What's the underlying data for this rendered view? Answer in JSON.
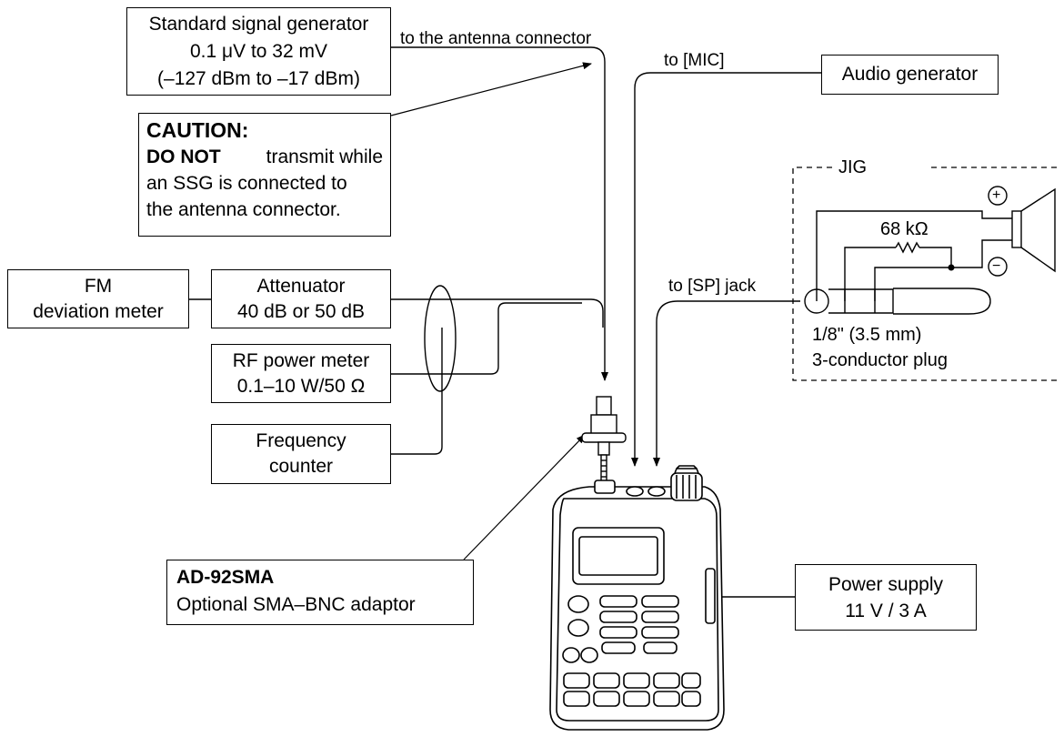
{
  "ssg": {
    "line1": "Standard signal generator",
    "line2": "0.1 μV to 32 mV",
    "line3": "(–127 dBm to –17 dBm)"
  },
  "caution": {
    "title": "CAUTION:",
    "bold": "DO NOT",
    "line1_rest": "transmit while",
    "line2": "an SSG is connected to",
    "line3": "the antenna connector."
  },
  "fm_meter": {
    "line1": "FM",
    "line2": "deviation meter"
  },
  "attenuator": {
    "line1": "Attenuator",
    "line2": "40 dB or 50 dB"
  },
  "rf_meter": {
    "line1": "RF power meter",
    "line2": "0.1–10 W/50 Ω"
  },
  "freq_counter": {
    "line1": "Frequency",
    "line2": "counter"
  },
  "audio_gen": {
    "label": "Audio generator"
  },
  "power_supply": {
    "line1": "Power supply",
    "line2": "11 V / 3 A"
  },
  "adaptor": {
    "model": "AD-92SMA",
    "desc": "Optional SMA–BNC adaptor"
  },
  "labels": {
    "antenna": "to the antenna connector",
    "mic": "to [MIC]",
    "sp": "to [SP] jack"
  },
  "jig": {
    "title": "JIG",
    "resistor": "68 kΩ",
    "plus": "+",
    "minus": "−",
    "plug_line1": "1/8\" (3.5 mm)",
    "plug_line2": "3-conductor plug"
  }
}
